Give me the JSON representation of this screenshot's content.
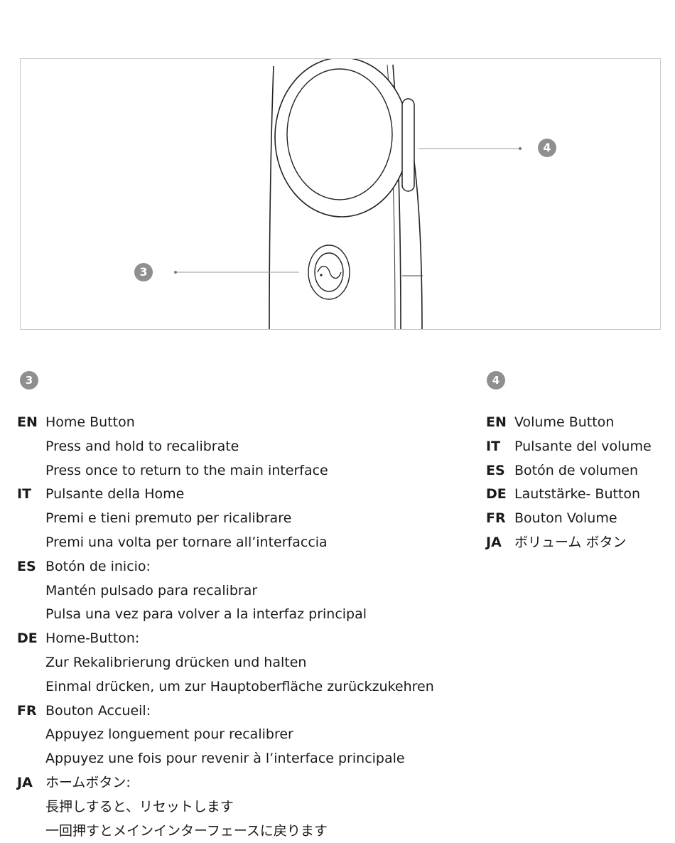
{
  "callouts": {
    "home": "3",
    "volume": "4"
  },
  "home_button": {
    "badge": "3",
    "entries": [
      {
        "code": "EN",
        "title": "Home Button",
        "lines": [
          "Press and hold to recalibrate",
          "Press once to return to the main interface"
        ]
      },
      {
        "code": "IT",
        "title": "Pulsante della Home",
        "lines": [
          "Premi e tieni premuto per ricalibrare",
          "Premi una volta per tornare all’interfaccia"
        ]
      },
      {
        "code": "ES",
        "title": "Botón de inicio:",
        "lines": [
          "Mantén pulsado para recalibrar",
          "Pulsa una vez para volver a la interfaz principal"
        ]
      },
      {
        "code": "DE",
        "title": "Home-Button:",
        "lines": [
          "Zur Rekalibrierung drücken und halten",
          "Einmal drücken, um zur Hauptoberfläche zurückzukehren"
        ]
      },
      {
        "code": "FR",
        "title": "Bouton Accueil:",
        "lines": [
          "Appuyez longuement pour recalibrer",
          "Appuyez une fois pour revenir à l’interface principale"
        ]
      },
      {
        "code": "JA",
        "title": "ホームボタン:",
        "lines": [
          "長押しすると、リセットします",
          "一回押すとメインインターフェースに戻ります"
        ]
      }
    ]
  },
  "volume_button": {
    "badge": "4",
    "entries": [
      {
        "code": "EN",
        "title": "Volume Button"
      },
      {
        "code": "IT",
        "title": "Pulsante del volume"
      },
      {
        "code": "ES",
        "title": "Botón de volumen"
      },
      {
        "code": "DE",
        "title": "Lautstärke- Button"
      },
      {
        "code": "FR",
        "title": "Bouton Volume"
      },
      {
        "code": "JA",
        "title": "ボリューム ボタン"
      }
    ]
  }
}
